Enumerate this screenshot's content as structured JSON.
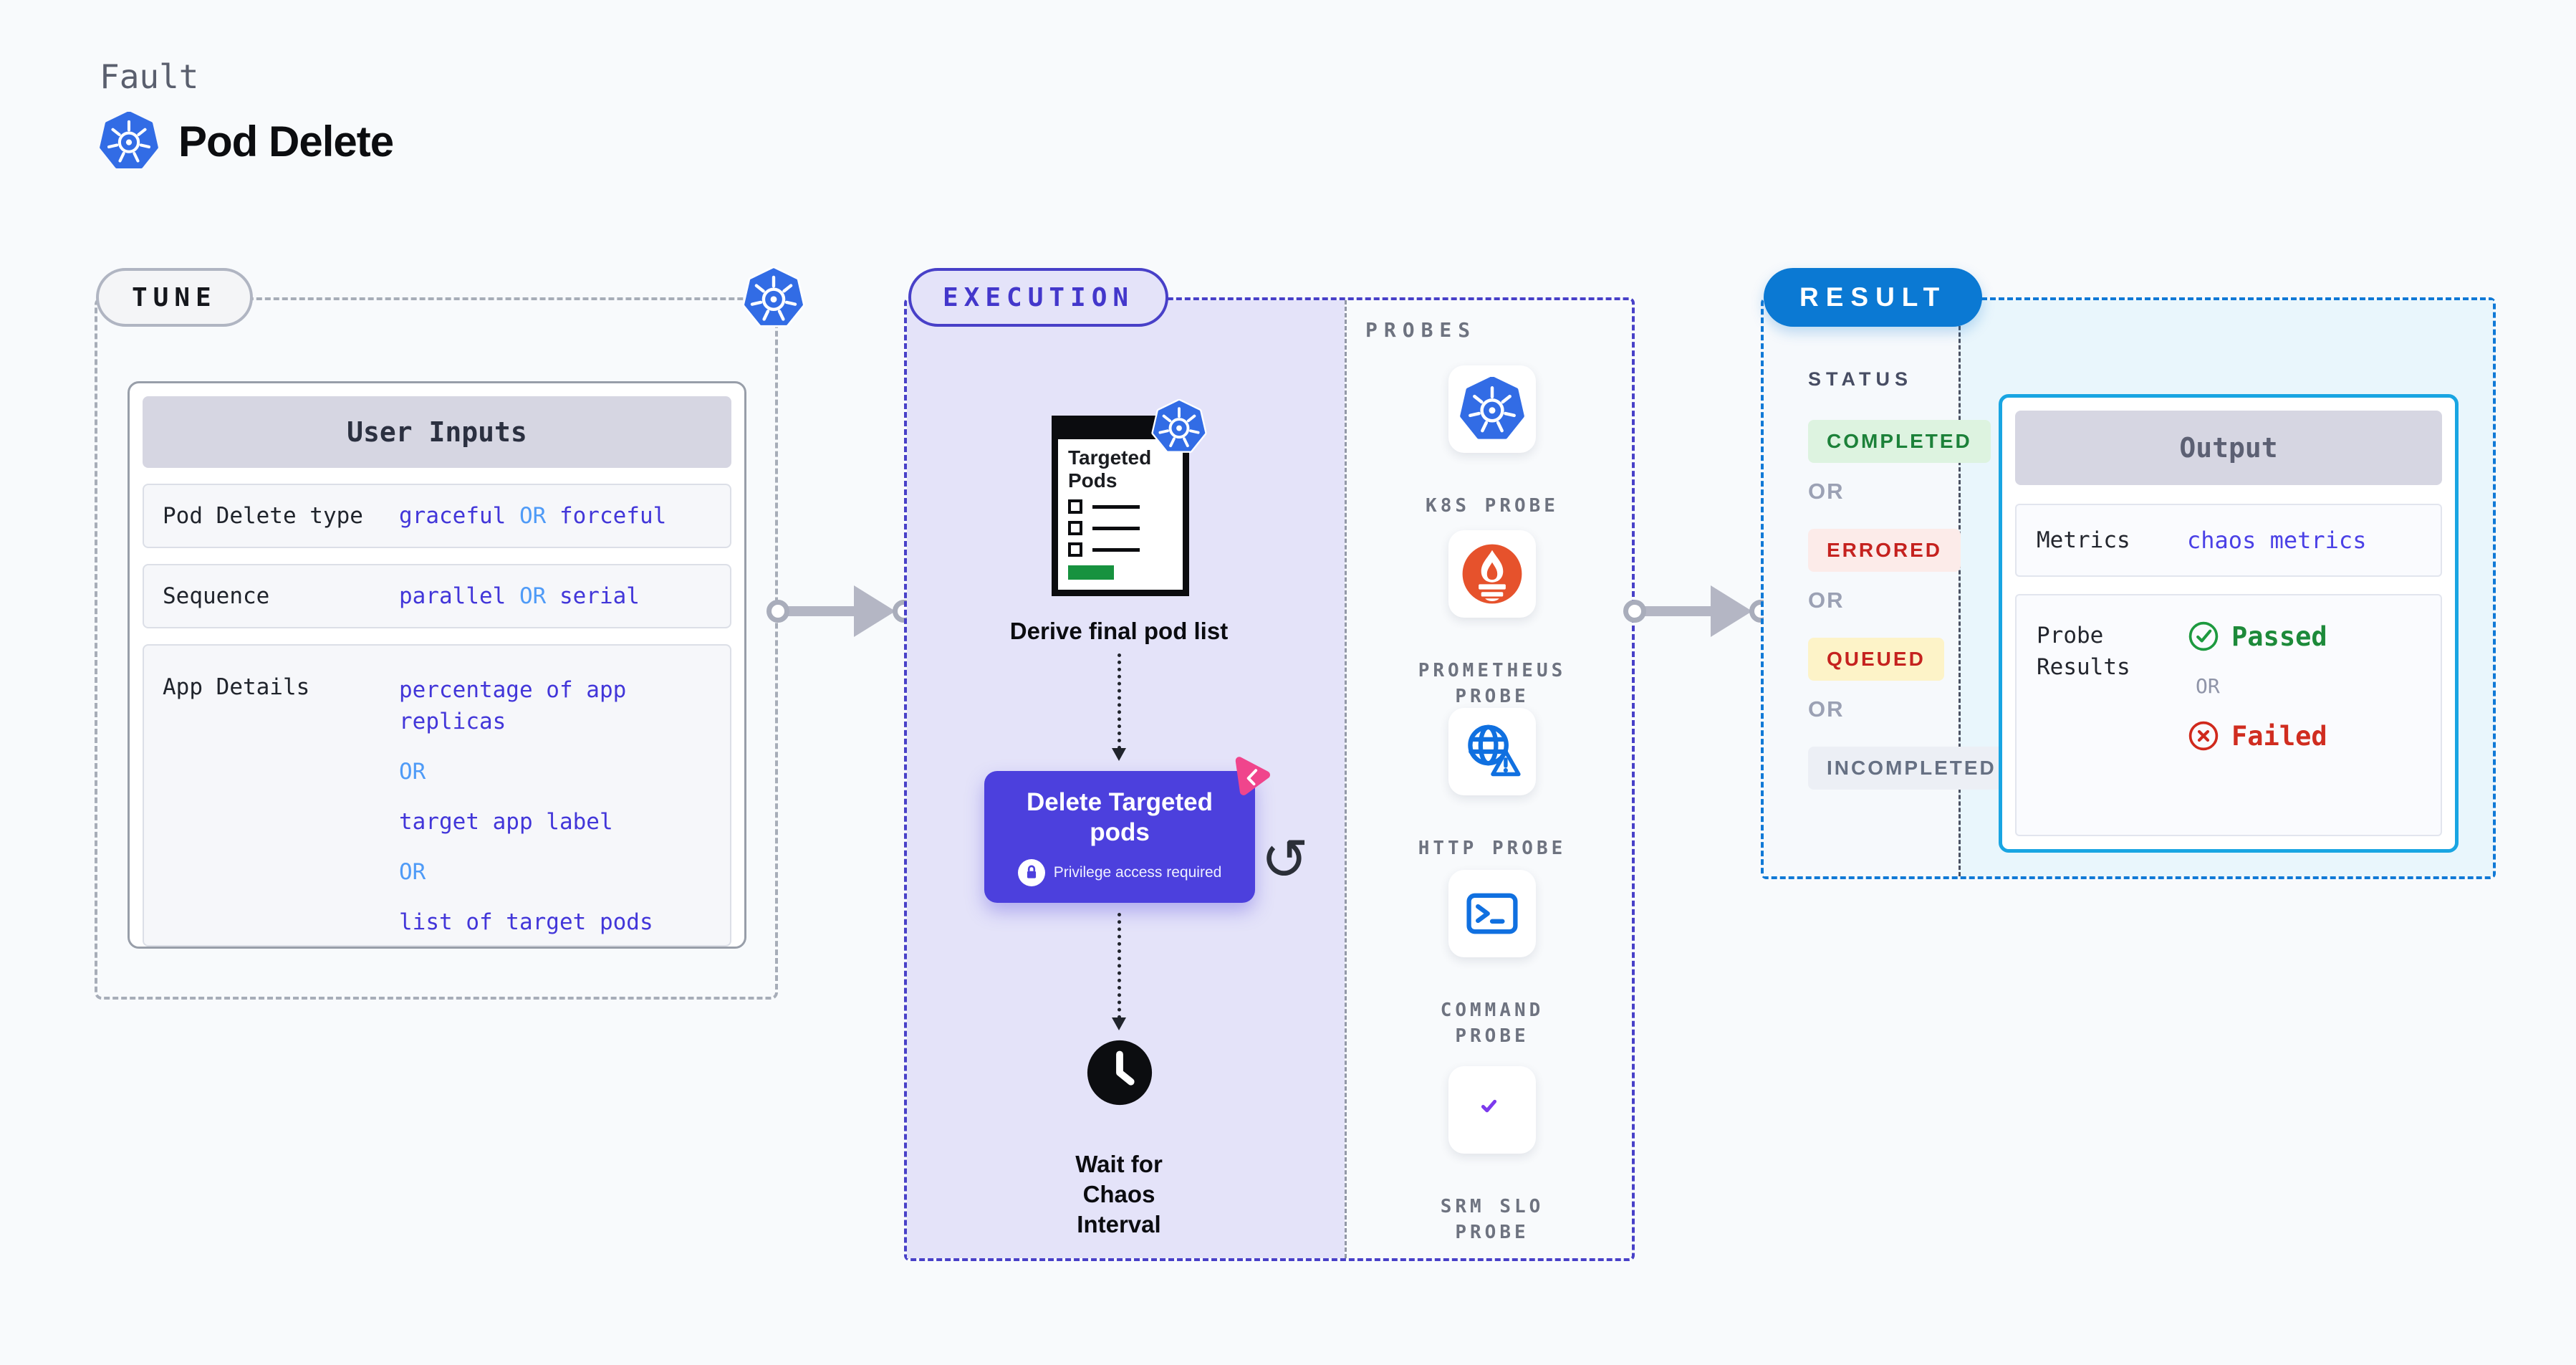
{
  "header": {
    "kicker": "Fault",
    "title": "Pod Delete"
  },
  "tune": {
    "label": "TUNE",
    "card_header": "User Inputs",
    "or": "OR",
    "rows": {
      "type": {
        "label": "Pod Delete type",
        "v1": "graceful",
        "v2": "forceful"
      },
      "sequence": {
        "label": "Sequence",
        "v1": "parallel",
        "v2": "serial"
      },
      "app": {
        "label": "App Details",
        "v1": "percentage of app replicas",
        "v2": "target app label",
        "v3": "list of target pods"
      }
    }
  },
  "execution": {
    "label": "EXECUTION",
    "targeted_pods_title": "Targeted Pods",
    "derive": "Derive final pod list",
    "delete_button": {
      "title": "Delete Targeted pods",
      "privilege": "Privilege access required"
    },
    "wait": "Wait for Chaos Interval",
    "probes": {
      "heading": "PROBES",
      "items": [
        "K8S PROBE",
        "PROMETHEUS PROBE",
        "HTTP PROBE",
        "COMMAND PROBE",
        "SRM SLO PROBE"
      ]
    }
  },
  "result": {
    "label": "RESULT",
    "status_heading": "STATUS",
    "or": "OR",
    "statuses": {
      "completed": "COMPLETED",
      "errored": "ERRORED",
      "queued": "QUEUED",
      "incompleted": "INCOMPLETED"
    },
    "output": {
      "header": "Output",
      "metrics_label": "Metrics",
      "metrics_value": "chaos metrics",
      "probe_label": "Probe Results",
      "passed": "Passed",
      "or": "OR",
      "failed": "Failed"
    }
  },
  "icons": {
    "retry": "↺"
  },
  "colors": {
    "kubernetes_blue": "#326ce5",
    "execution_indigo": "#4c40dd",
    "value_indigo": "#4236d9",
    "or_blue": "#4f9bf7",
    "result_blue": "#0b79d3",
    "output_border": "#19a5e2",
    "passed_green": "#1d8a3a",
    "failed_red": "#c5221f",
    "queued_yellow_bg": "#fdf3c8",
    "prometheus_orange": "#e6522c",
    "litmus_pink": "#f0458c"
  }
}
